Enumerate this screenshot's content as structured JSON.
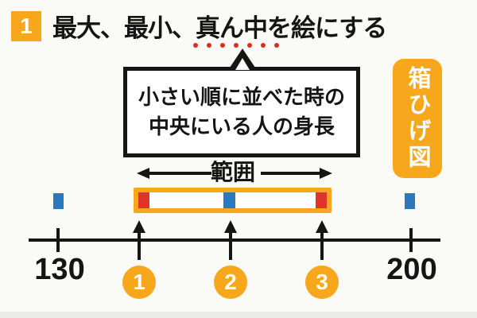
{
  "colors": {
    "orange": "#F6A71B",
    "red": "#E0332A",
    "blue": "#2A79BC",
    "dot_red": "#D92F23",
    "ink": "#151515",
    "background": "#FAFAF6"
  },
  "header": {
    "badge_number": "1",
    "title_prefix": "最大、最小、",
    "title_emphasis": "真ん中",
    "title_suffix": "を絵にする"
  },
  "callout": {
    "line1": "小さい順に並べた時の",
    "line2": "中央にいる人の身長"
  },
  "side_label": {
    "text": "箱ひげ図"
  },
  "range": {
    "label": "範囲"
  },
  "axis": {
    "min_label": "130",
    "max_label": "200"
  },
  "steps": [
    {
      "label": "1"
    },
    {
      "label": "2"
    },
    {
      "label": "3"
    }
  ]
}
